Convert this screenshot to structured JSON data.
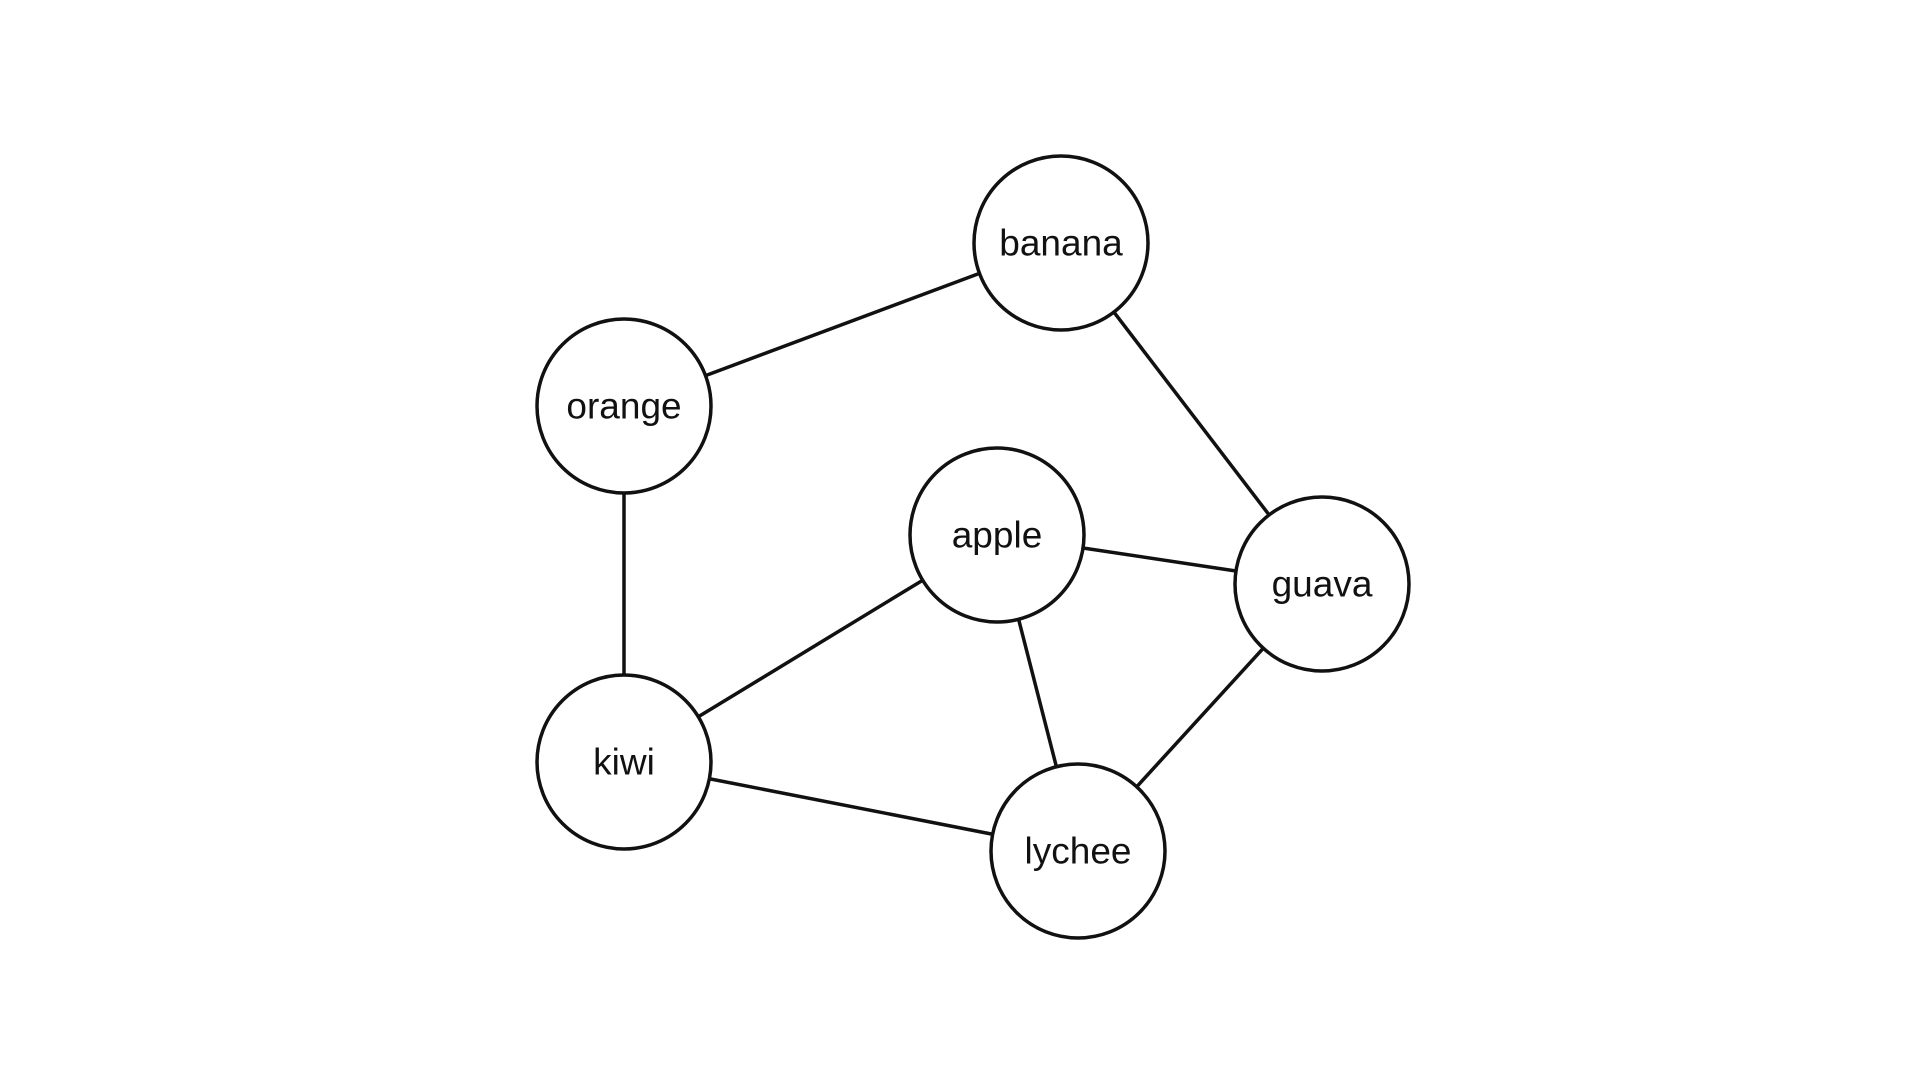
{
  "diagram": {
    "nodes": [
      {
        "id": "banana",
        "label": "banana"
      },
      {
        "id": "orange",
        "label": "orange"
      },
      {
        "id": "apple",
        "label": "apple"
      },
      {
        "id": "guava",
        "label": "guava"
      },
      {
        "id": "kiwi",
        "label": "kiwi"
      },
      {
        "id": "lychee",
        "label": "lychee"
      }
    ],
    "edges": [
      {
        "from": "banana",
        "to": "orange"
      },
      {
        "from": "banana",
        "to": "guava"
      },
      {
        "from": "orange",
        "to": "kiwi"
      },
      {
        "from": "apple",
        "to": "guava"
      },
      {
        "from": "apple",
        "to": "kiwi"
      },
      {
        "from": "apple",
        "to": "lychee"
      },
      {
        "from": "kiwi",
        "to": "lychee"
      },
      {
        "from": "guava",
        "to": "lychee"
      }
    ],
    "colors": {
      "stroke": "#111111",
      "fill": "#ffffff",
      "background": "#ffffff"
    }
  }
}
